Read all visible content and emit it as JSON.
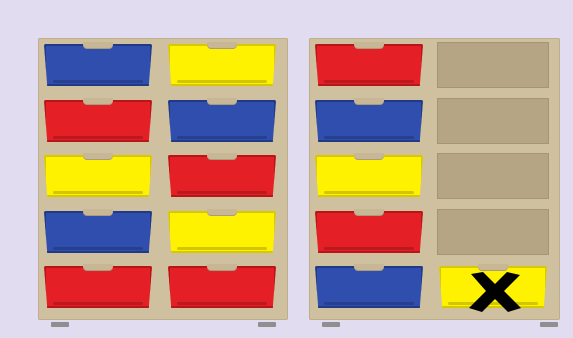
{
  "scene": {
    "background": "#e1dcef",
    "colors": {
      "red": "#e41f25",
      "blue": "#2f4eae",
      "yellow": "#fff200",
      "frame": "#cfc0a0",
      "empty_slot": "#b5a584",
      "mark": "#000000"
    }
  },
  "left_cabinet": {
    "rows": [
      [
        "blue",
        "yellow"
      ],
      [
        "red",
        "blue"
      ],
      [
        "yellow",
        "red"
      ],
      [
        "blue",
        "yellow"
      ],
      [
        "red",
        "red"
      ]
    ]
  },
  "right_cabinet": {
    "rows": [
      [
        "red",
        "empty"
      ],
      [
        "blue",
        "empty"
      ],
      [
        "yellow",
        "empty"
      ],
      [
        "red",
        "empty"
      ],
      [
        "blue",
        "yellow"
      ]
    ],
    "crossed_out_cell": {
      "row": 5,
      "column": 2
    },
    "mark_icon": "cross-mark-icon"
  }
}
